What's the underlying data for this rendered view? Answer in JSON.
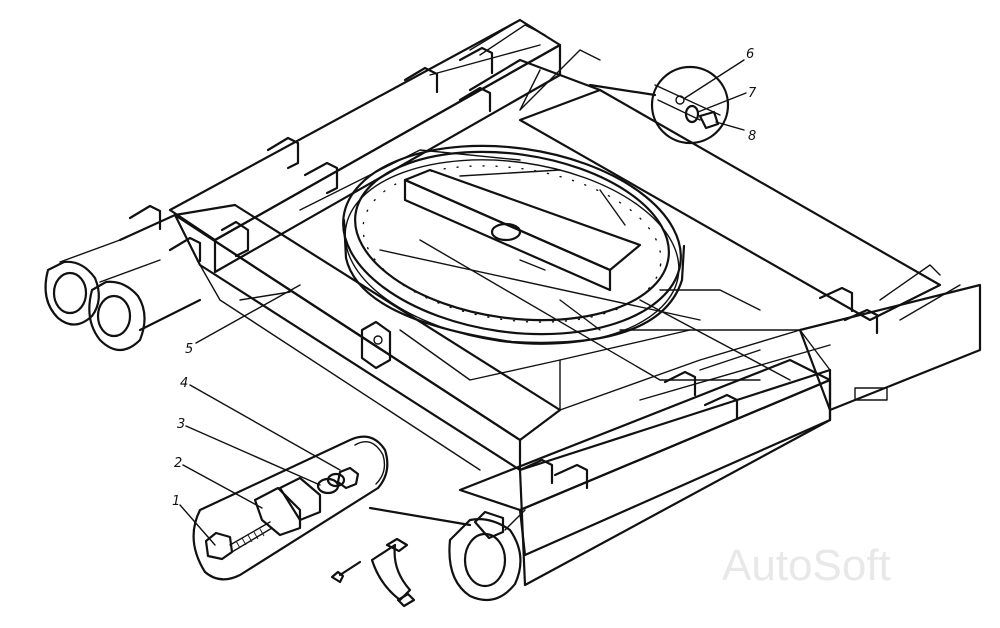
{
  "callouts": [
    {
      "id": "1",
      "label": "1"
    },
    {
      "id": "2",
      "label": "2"
    },
    {
      "id": "3",
      "label": "3"
    },
    {
      "id": "4",
      "label": "4"
    },
    {
      "id": "5",
      "label": "5"
    },
    {
      "id": "6",
      "label": "6"
    },
    {
      "id": "7",
      "label": "7"
    },
    {
      "id": "8",
      "label": "8"
    }
  ],
  "watermark": "AutoSoft",
  "colors": {
    "ink": "#111111",
    "background": "#ffffff",
    "watermark": "#e8e8e8"
  }
}
